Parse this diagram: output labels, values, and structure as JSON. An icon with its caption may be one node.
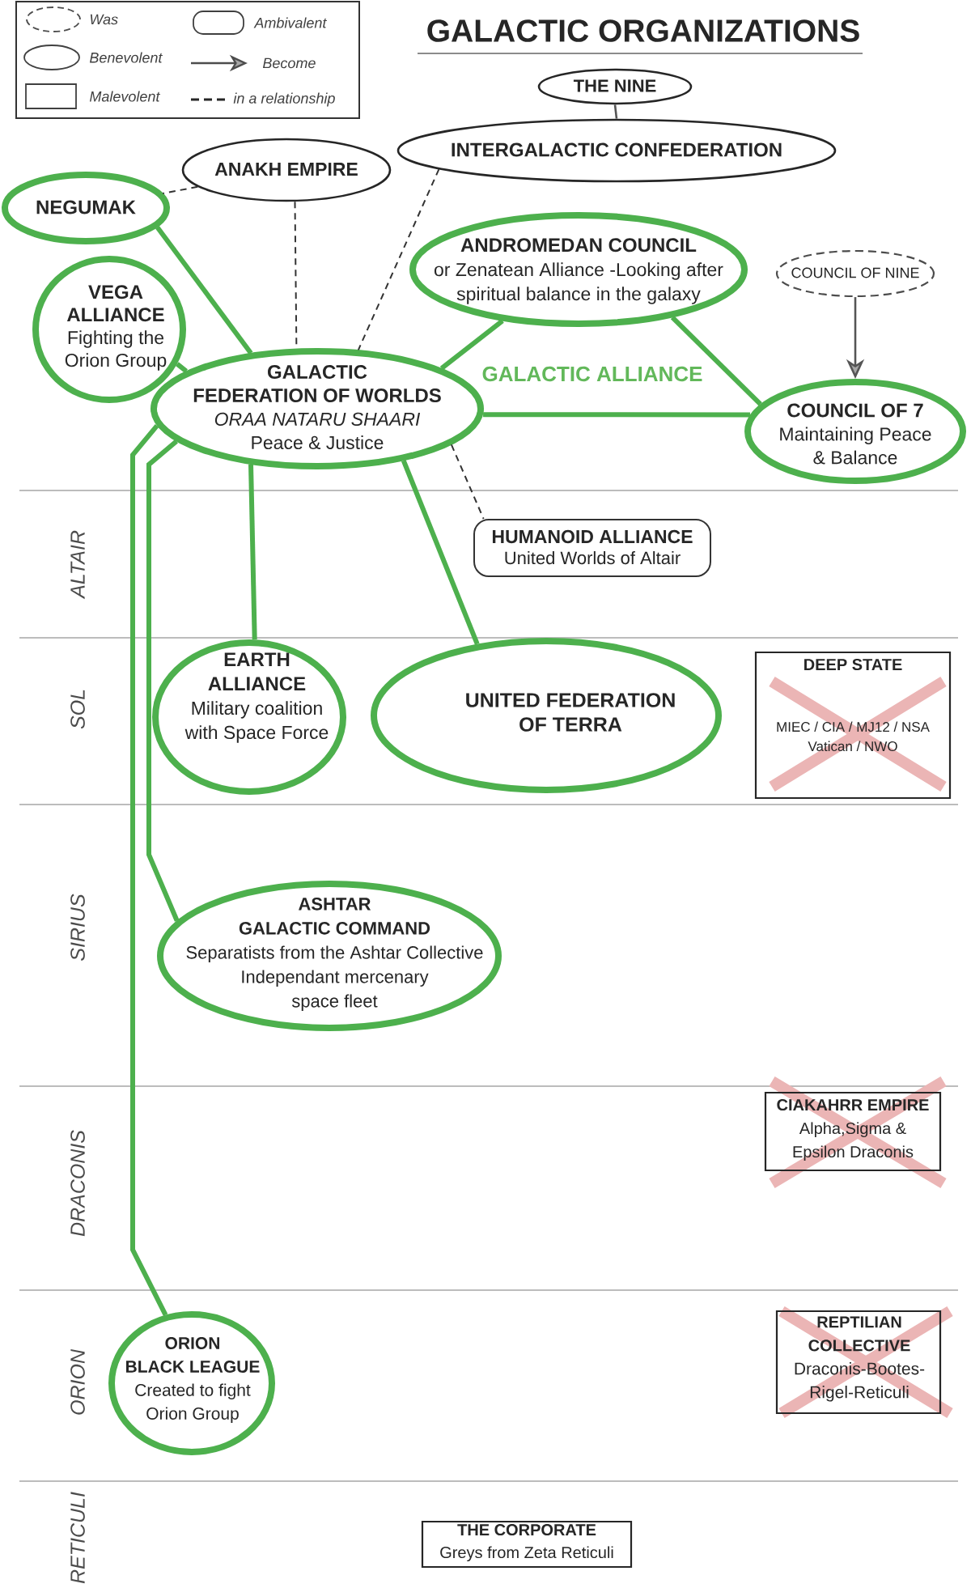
{
  "diagram": {
    "title": "GALACTIC ORGANIZATIONS",
    "nodes": [
      {
        "text": [
          "THE NINE"
        ]
      },
      {
        "text": [
          "INTERGALACTIC CONFEDERATION"
        ]
      },
      {
        "text": [
          "ANAKH EMPIRE"
        ]
      },
      {
        "text": [
          "NEGUMAK"
        ]
      },
      {
        "text": [
          "ANDROMEDAN COUNCIL",
          "or Zenatean Alliance -Looking after spiritual balance in the galaxy"
        ]
      },
      {
        "text": [
          "COUNCIL OF NINE"
        ]
      },
      {
        "text": [
          "VEGA ALLIANCE",
          "Fighting the Orion Group"
        ]
      },
      {
        "text": [
          "GALACTIC FEDERATION OF WORLDS",
          "ORAA NATARU SHAARI",
          "Peace & Justice"
        ]
      },
      {
        "text": [
          "COUNCIL OF 7",
          "Maintaining Peace & Balance"
        ]
      },
      {
        "text": [
          "HUMANOID ALLIANCE",
          "United Worlds of Altair"
        ]
      },
      {
        "text": [
          "EARTH ALLIANCE",
          "Military coalition with Space Force"
        ]
      },
      {
        "text": [
          "UNITED FEDERATION OF TERRA"
        ]
      },
      {
        "text": [
          "DEEP STATE",
          "MIEC / CIA / MJ12 / NSA Vatican / NWO"
        ]
      },
      {
        "text": [
          "ASHTAR GALACTIC COMMAND",
          "Separatists from the Ashtar Collective Independant mercenary space fleet"
        ]
      },
      {
        "text": [
          "CIAKAHRR EMPIRE",
          "Alpha,Sigma & Epsilon Draconis"
        ]
      },
      {
        "text": [
          "ORION BLACK LEAGUE",
          "Created to fight Orion Group"
        ]
      },
      {
        "text": [
          "REPTILIAN COLLECTIVE",
          "Draconis-Bootes-Rigel-Reticuli"
        ]
      },
      {
        "text": [
          "THE CORPORATE",
          "Greys from Zeta Reticuli"
        ]
      }
    ],
    "edges": [
      {
        "from": 0,
        "to": 1,
        "arrow": "none",
        "color": "#555555"
      },
      {
        "from": 2,
        "to": 3,
        "arrow": "none",
        "style": "dashed",
        "color": "#333333"
      },
      {
        "from": 2,
        "to": 7,
        "arrow": "none",
        "style": "dashed",
        "color": "#333333"
      },
      {
        "from": 1,
        "to": 7,
        "arrow": "none",
        "style": "dashed",
        "color": "#333333"
      },
      {
        "from": 3,
        "to": 7,
        "arrow": "none"
      },
      {
        "from": 6,
        "to": 7,
        "arrow": "none"
      },
      {
        "from": 4,
        "to": 7,
        "arrow": "none"
      },
      {
        "from": 4,
        "to": 8,
        "arrow": "none"
      },
      {
        "from": 7,
        "to": 8,
        "arrow": "none"
      },
      {
        "from": 5,
        "to": 8,
        "arrow": "to",
        "color": "#555555"
      },
      {
        "from": 7,
        "to": 9,
        "arrow": "none",
        "style": "dashed",
        "color": "#333333"
      },
      {
        "from": 7,
        "to": 10,
        "arrow": "none"
      },
      {
        "from": 7,
        "to": 11,
        "arrow": "none"
      },
      {
        "from": 7,
        "to": 13,
        "arrow": "none"
      },
      {
        "from": 7,
        "to": 15,
        "arrow": "none"
      }
    ],
    "labels": [
      "GALACTIC ALLIANCE",
      "ALTAIR",
      "SOL",
      "SIRIUS",
      "DRACONIS",
      "ORION",
      "RETICULI"
    ],
    "legend": [
      {
        "text": "Was"
      },
      {
        "text": "Ambivalent"
      },
      {
        "text": "Benevolent"
      },
      {
        "text": "Become"
      },
      {
        "text": "Malevolent"
      },
      {
        "text": "in a relationship"
      }
    ]
  }
}
